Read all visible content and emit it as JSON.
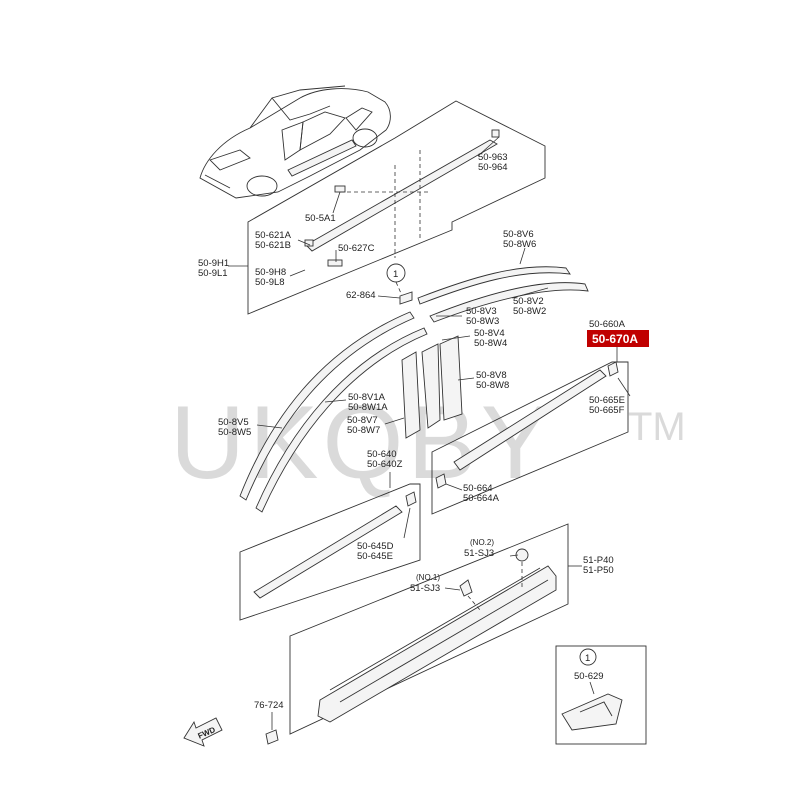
{
  "watermark": {
    "text": "UKQBY",
    "tm": "TM"
  },
  "highlight": {
    "code": "50-670A",
    "color": "#c00000"
  },
  "fwd_label": "FWD",
  "callout_symbol": "1",
  "labels": {
    "p50_963": "50-963",
    "p50_964": "50-964",
    "p50_5a1": "50-5A1",
    "p50_621a": "50-621A",
    "p50_621b": "50-621B",
    "p50_627c": "50-627C",
    "p50_9h1": "50-9H1",
    "p50_9l1": "50-9L1",
    "p50_9h8": "50-9H8",
    "p50_9l8": "50-9L8",
    "p62_864": "62-864",
    "p50_8v6": "50-8V6",
    "p50_8w6": "50-8W6",
    "p50_8v2": "50-8V2",
    "p50_8w2": "50-8W2",
    "p50_8v3": "50-8V3",
    "p50_8w3": "50-8W3",
    "p50_8v4": "50-8V4",
    "p50_8w4": "50-8W4",
    "p50_8v8": "50-8V8",
    "p50_8w8": "50-8W8",
    "p50_8v1a": "50-8V1A",
    "p50_8w1a": "50-8W1A",
    "p50_8v5": "50-8V5",
    "p50_8w5": "50-8W5",
    "p50_8v7": "50-8V7",
    "p50_8w7": "50-8W7",
    "p50_660a": "50-660A",
    "p50_665e": "50-665E",
    "p50_665f": "50-665F",
    "p50_664": "50-664",
    "p50_664a": "50-664A",
    "p50_640": "50-640",
    "p50_640z": "50-640Z",
    "p50_645d": "50-645D",
    "p50_645e": "50-645E",
    "no2": "(NO.2)",
    "p51_sj3_a": "51-SJ3",
    "no1": "(NO.1)",
    "p51_sj3_b": "51-SJ3",
    "p51_p40": "51-P40",
    "p51_p50": "51-P50",
    "p76_724": "76-724",
    "p50_629": "50-629"
  }
}
